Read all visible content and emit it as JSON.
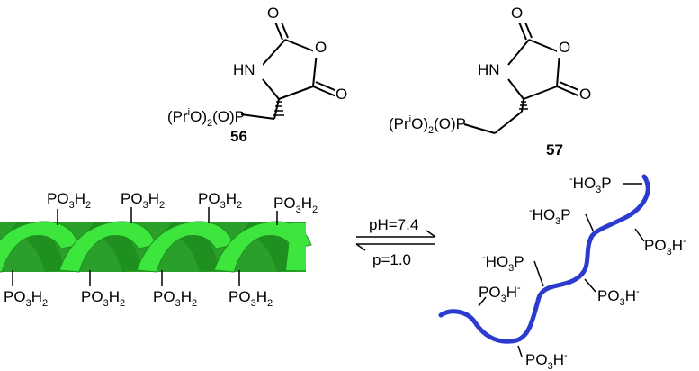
{
  "structure_56": {
    "atom_o_top": "O",
    "atom_o_ring": "O",
    "atom_o_right": "O",
    "atom_nh": "HN",
    "substituent": [
      "(Pr",
      "i",
      "O)",
      "2",
      "(O)P"
    ],
    "compound_number": "56"
  },
  "structure_57": {
    "atom_o_top": "O",
    "atom_o_ring": "O",
    "atom_o_right": "O",
    "atom_nh": "HN",
    "substituent": [
      "(Pr",
      "i",
      "O)",
      "2",
      "(O)P"
    ],
    "compound_number": "57"
  },
  "helix": {
    "color": "#3ce63c",
    "dark_color": "#1f8f1f",
    "group": [
      "PO",
      "3",
      "H",
      "2"
    ]
  },
  "equilibrium": {
    "forward_label": "pH=7.4",
    "reverse_label": "p=1.0"
  },
  "coil": {
    "color": "#2b3bd0",
    "group_right": [
      "PO",
      "3",
      "H",
      "-"
    ],
    "group_left": [
      "-",
      "HO",
      "3",
      "P"
    ]
  }
}
